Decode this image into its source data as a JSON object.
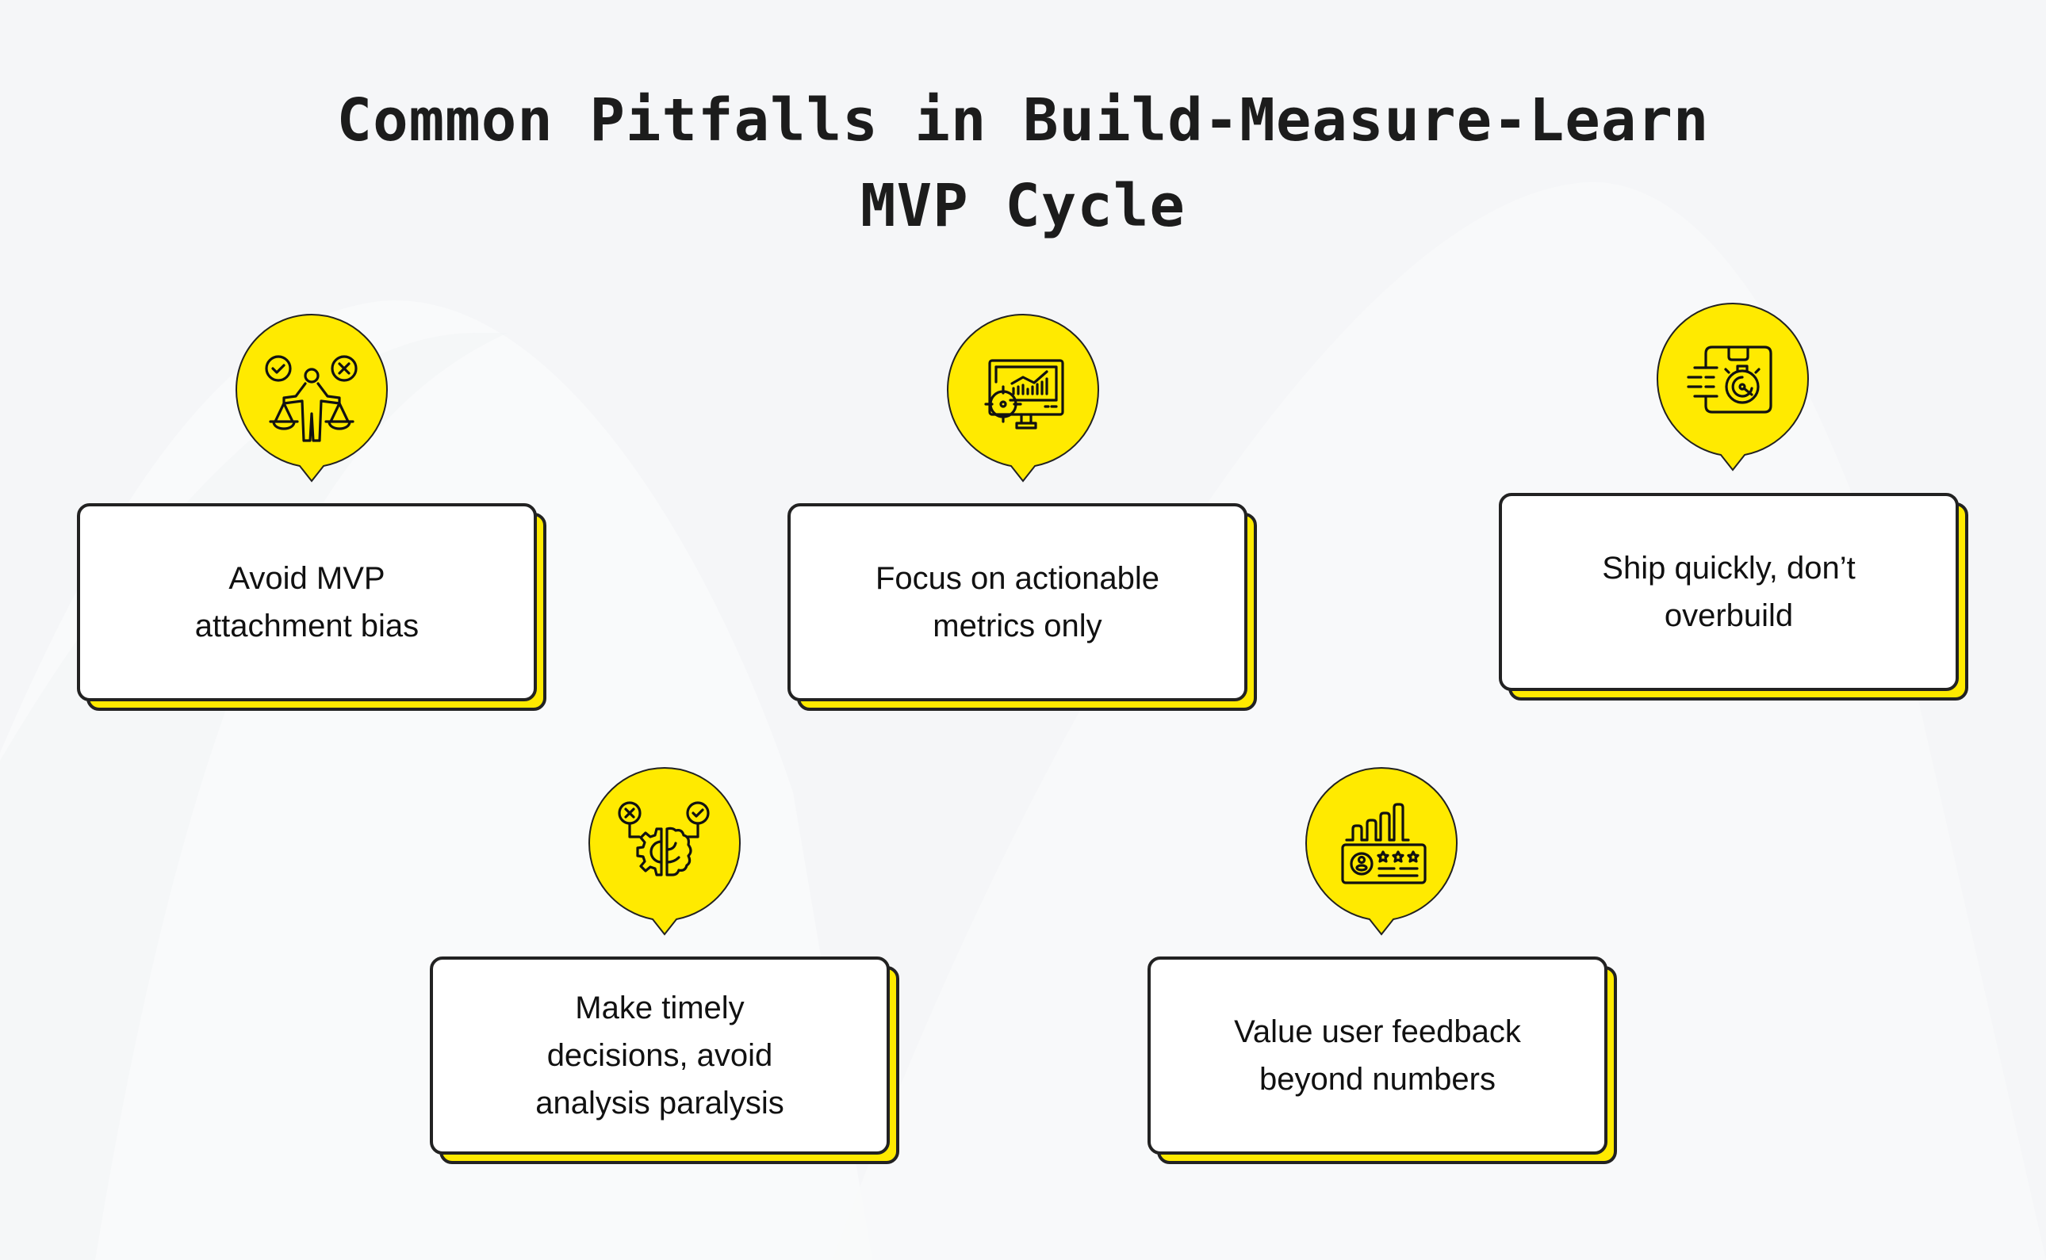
{
  "title": {
    "line1": "Common Pitfalls in Build-Measure-Learn",
    "line2": "MVP Cycle"
  },
  "colors": {
    "background": "#f5f6f8",
    "accent_yellow": "#ffea00",
    "outline": "#222222",
    "card_fill": "#ffffff",
    "text": "#111111"
  },
  "pitfalls": [
    {
      "icon": "balance-scale-person-icon",
      "lines": [
        "Avoid MVP",
        "attachment bias"
      ]
    },
    {
      "icon": "monitor-target-analytics-icon",
      "lines": [
        "Focus on actionable",
        "metrics only"
      ]
    },
    {
      "icon": "fast-delivery-stopwatch-icon",
      "lines": [
        "Ship quickly, don’t",
        "overbuild"
      ]
    },
    {
      "icon": "brain-gear-decision-icon",
      "lines": [
        "Make timely",
        "decisions, avoid",
        "analysis paralysis"
      ]
    },
    {
      "icon": "user-feedback-rating-chart-icon",
      "lines": [
        "Value user feedback",
        "beyond numbers"
      ]
    }
  ]
}
